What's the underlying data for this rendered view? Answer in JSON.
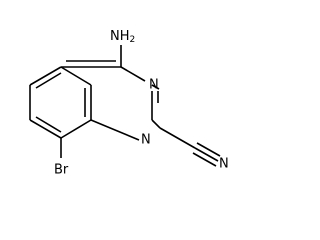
{
  "molecule": {
    "atoms": {
      "amino_group": "NH2",
      "ring_nitrogen_upper": "N",
      "ring_nitrogen_lower": "N",
      "nitrile_nitrogen": "N",
      "bromine": "Br"
    }
  }
}
